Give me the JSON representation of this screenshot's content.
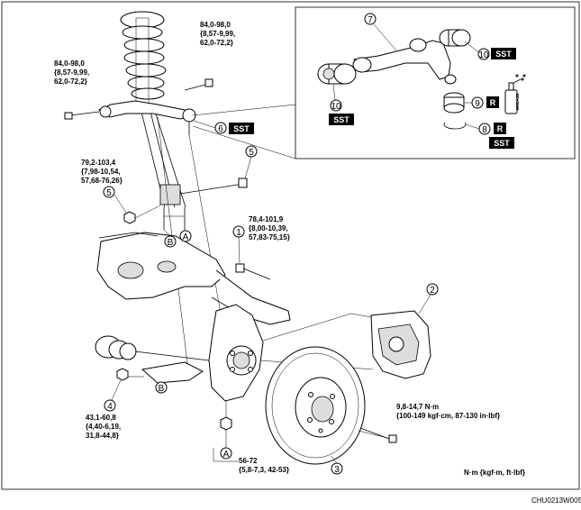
{
  "callouts": {
    "c1": "1",
    "c2": "2",
    "c3": "3",
    "c4": "4",
    "c5a": "5",
    "c5b": "5",
    "c6": "6",
    "c7": "7",
    "c8": "8",
    "c9": "9",
    "c10a": "10",
    "c10b": "10",
    "ca1": "A",
    "ca2": "A",
    "cb1": "B",
    "cb2": "B"
  },
  "torque": {
    "tl": [
      "84,0-98,0",
      "{8,57-9,99,",
      "62,0-72,2}"
    ],
    "tr": [
      "84,0-98,0",
      "{8,57-9,99,",
      "62,0-72,2}"
    ],
    "mid": [
      "79,2-103,4",
      "{7,98-10,54,",
      "57,68-76,26}"
    ],
    "bolt1": [
      "78,4-101,9",
      "{8,00-10,39,",
      "57,83-75,15}"
    ],
    "nut4": [
      "43,1-60,8",
      "{4,40-6,19,",
      "31,8-44,8}"
    ],
    "bottom": [
      "56-72",
      "{5,8-7,3, 42-53}"
    ],
    "screw": [
      "9,8-14,7 N·m",
      "{100-149 kgf·cm, 87-130 in·lbf}"
    ]
  },
  "labels": {
    "sst": "SST",
    "r": "R",
    "grease": "GREASE"
  },
  "unit_note": "N·m {kgf·m, ft·lbf}",
  "figure_code": "CHU0213W005"
}
